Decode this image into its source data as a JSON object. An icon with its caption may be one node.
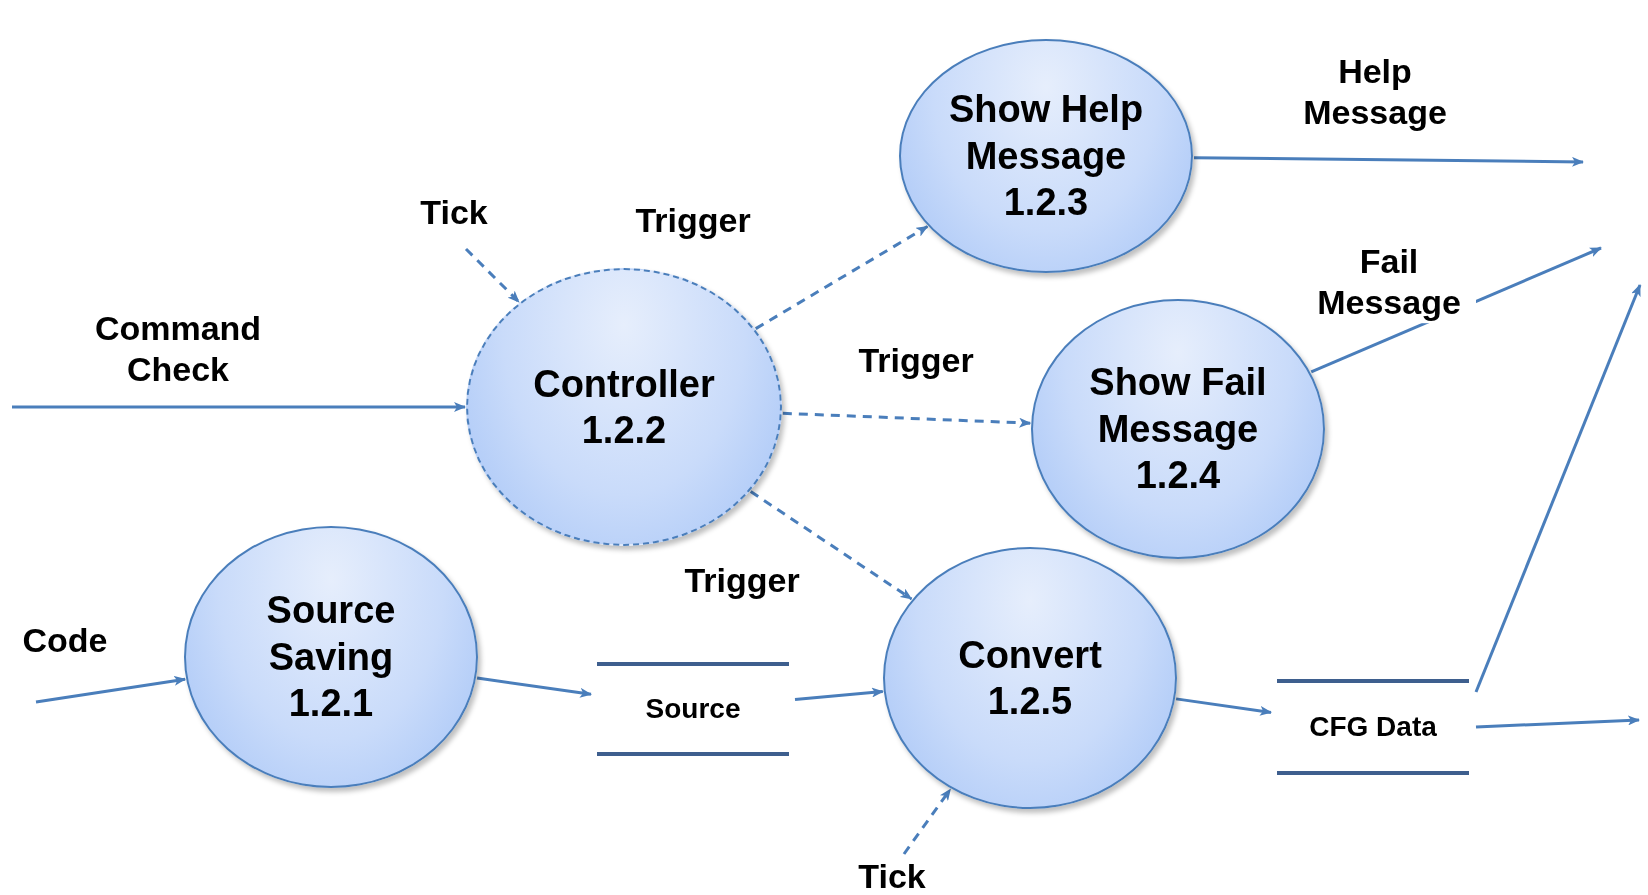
{
  "diagram": {
    "nodes": [
      {
        "text": [
          "Show Help Message 1.2.3"
        ]
      },
      {
        "text": [
          "Controller 1.2.2"
        ]
      },
      {
        "text": [
          "Show Fail Message 1.2.4"
        ]
      },
      {
        "text": [
          "Source Saving 1.2.1"
        ]
      },
      {
        "text": [
          "Source"
        ]
      },
      {
        "text": [
          "Convert 1.2.5"
        ]
      },
      {
        "text": [
          "CFG Data"
        ]
      }
    ],
    "edges": [
      {
        "from": null,
        "to": 1,
        "arrow": "to",
        "label": "Command Check"
      },
      {
        "from": null,
        "to": 1,
        "arrow": "to",
        "label": "Tick",
        "style": "dashed"
      },
      {
        "from": 1,
        "to": 0,
        "arrow": "to",
        "label": "Trigger",
        "style": "dashed"
      },
      {
        "from": 1,
        "to": 2,
        "arrow": "to",
        "label": "Trigger",
        "style": "dashed"
      },
      {
        "from": 1,
        "to": 5,
        "arrow": "to",
        "label": "Trigger",
        "style": "dashed"
      },
      {
        "from": null,
        "to": 3,
        "arrow": "to",
        "label": "Code"
      },
      {
        "from": 3,
        "to": 4,
        "arrow": "to"
      },
      {
        "from": 4,
        "to": 5,
        "arrow": "to"
      },
      {
        "from": null,
        "to": 5,
        "arrow": "to",
        "label": "Tick",
        "style": "dashed"
      },
      {
        "from": 0,
        "to": null,
        "arrow": "to",
        "label": "Help Message"
      },
      {
        "from": 2,
        "to": null,
        "arrow": "to",
        "label": "Fail Message"
      },
      {
        "from": 5,
        "to": 6,
        "arrow": "to"
      },
      {
        "from": 6,
        "to": null,
        "arrow": "to"
      },
      {
        "from": 6,
        "to": null,
        "arrow": "to"
      }
    ]
  }
}
